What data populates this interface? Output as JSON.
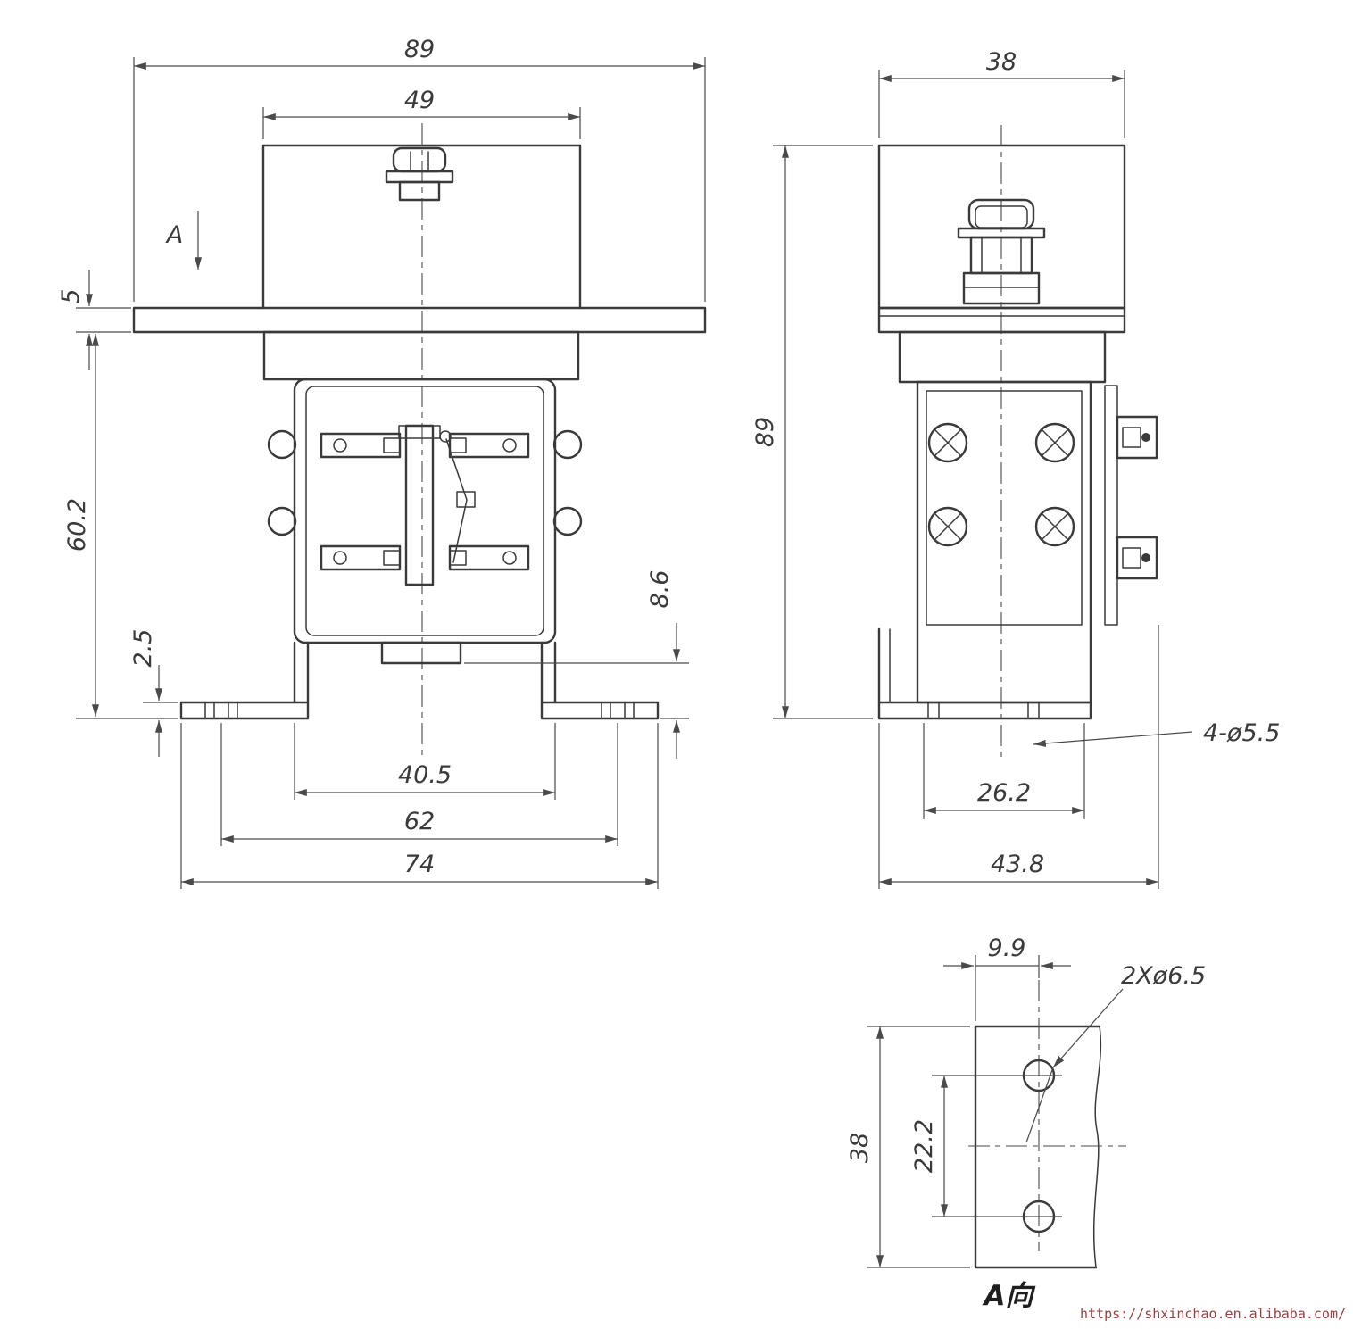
{
  "colors": {
    "object_line": "#3a3a3a",
    "dimension_line": "#4a4a4a",
    "url_text": "#9c4040",
    "background": "#ffffff"
  },
  "front_view": {
    "view_arrow_label": "A",
    "dims": {
      "overall_width": "89",
      "cover_width": "49",
      "flange_thickness": "5",
      "body_height": "60.2",
      "slot_offset": "2.5",
      "foot_height": "8.6",
      "body_width": "40.5",
      "slot_center_span": "62",
      "bracket_span": "74"
    }
  },
  "side_view": {
    "dims": {
      "depth": "38",
      "height": "89",
      "mounting_slots": "4-ø5.5",
      "inner_depth": "26.2",
      "overall_depth": "43.8"
    }
  },
  "detail_view": {
    "label": "A向",
    "dims": {
      "hole_offset": "9.9",
      "hole_callout": "2Xø6.5",
      "plate_width": "38",
      "hole_spacing": "22.2"
    }
  },
  "footer": {
    "url": "https://shxinchao.en.alibaba.com/"
  }
}
